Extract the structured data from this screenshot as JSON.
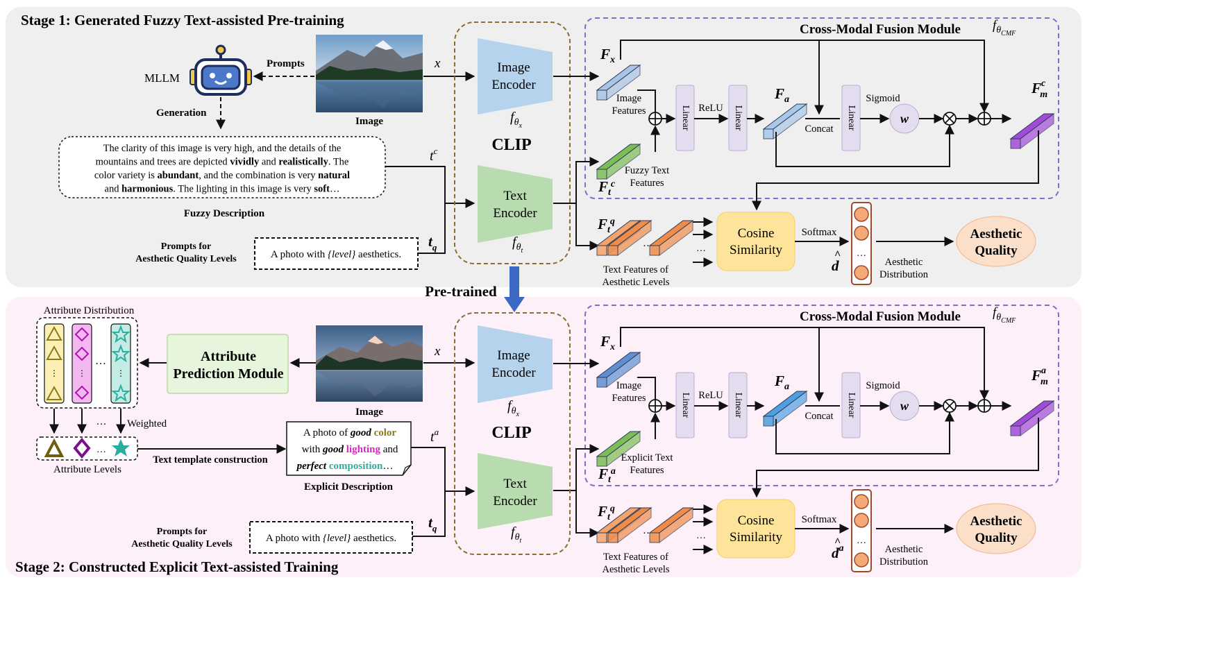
{
  "stage1": {
    "title": "Stage 1: Generated Fuzzy Text-assisted Pre-training",
    "mllm": "MLLM",
    "prompts": "Prompts",
    "generation": "Generation",
    "image_label": "Image",
    "x": "x",
    "fuzzy_lines": [
      [
        {
          "t": "The clarity of this image is very high, and the details of the",
          "b": false
        }
      ],
      [
        {
          "t": "mountains and trees are depicted ",
          "b": false
        },
        {
          "t": "vividly",
          "b": true
        },
        {
          "t": " and ",
          "b": false
        },
        {
          "t": "realistically",
          "b": true
        },
        {
          "t": ". The",
          "b": false
        }
      ],
      [
        {
          "t": "color variety is ",
          "b": false
        },
        {
          "t": "abundant",
          "b": true
        },
        {
          "t": ", and the combination is very ",
          "b": false
        },
        {
          "t": "natural",
          "b": true
        }
      ],
      [
        {
          "t": "and ",
          "b": false
        },
        {
          "t": "harmonious",
          "b": true
        },
        {
          "t": ". The lighting in this image is very ",
          "b": false
        },
        {
          "t": "soft",
          "b": true
        },
        {
          "t": "…",
          "b": false
        }
      ]
    ],
    "fuzzy_caption": "Fuzzy Description",
    "prompts_levels_1": "Prompts for",
    "prompts_levels_2": "Aesthetic Quality Levels",
    "prompt_pre": "A photo with ",
    "prompt_level": "{level}",
    "prompt_post": " aesthetics.",
    "tc": "t",
    "tc_sup": "c",
    "tq": "t",
    "tq_sub": "q"
  },
  "clip": {
    "image_encoder_1": "Image",
    "image_encoder_2": "Encoder",
    "text_encoder_1": "Text",
    "text_encoder_2": "Encoder",
    "label": "CLIP",
    "f": "f",
    "theta": "θ",
    "sub_x": "x",
    "sub_t": "t"
  },
  "cmf": {
    "title": "Cross-Modal Fusion Module",
    "f": "f",
    "theta": "θ",
    "sub": "CMF",
    "Fx": "F",
    "Fx_sub": "x",
    "image_features_1": "Image",
    "image_features_2": "Features",
    "linear": "Linear",
    "relu": "ReLU",
    "Fa": "F",
    "Fa_sub": "a",
    "concat": "Concat",
    "sigmoid": "Sigmoid",
    "w": "w",
    "Fm": "F",
    "Fm_sub": "m",
    "Fm_sup1": "c",
    "Fm_sup2": "a",
    "fuzzy_text_1": "Fuzzy Text",
    "fuzzy_text_2": "Features",
    "explicit_text_1": "Explicit Text",
    "explicit_text_2": "Features",
    "Ft": "F",
    "Ft_sub": "t",
    "Ft_sup_c": "c",
    "Ft_sup_a": "a",
    "Ft_sup_q": "q"
  },
  "head": {
    "tf_levels_1": "Text Features of",
    "tf_levels_2": "Aesthetic Levels",
    "cos_1": "Cosine",
    "cos_2": "Similarity",
    "softmax": "Softmax",
    "aq_1": "Aesthetic",
    "aq_2": "Quality",
    "ad_1": "Aesthetic",
    "ad_2": "Distribution",
    "d": "d",
    "d_sup": "a",
    "dots": "…"
  },
  "pretrained": "Pre-trained",
  "stage2": {
    "title": "Stage 2: Constructed Explicit Text-assisted Training",
    "attr_dist": "Attribute Distribution",
    "apm_1": "Attribute",
    "apm_2": "Prediction Module",
    "weighted": "Weighted",
    "attr_levels": "Attribute Levels",
    "ttc": "Text template construction",
    "image_label": "Image",
    "explicit_caption": "Explicit Description",
    "ex_line1_a": "A photo of ",
    "ex_good": "good",
    "ex_color": " color",
    "ex_line2_a": "with ",
    "ex_lighting": " lighting",
    "ex_line2_b": " and",
    "ex_perfect": "perfect",
    "ex_composition": " composition",
    "ex_ellipsis": "…",
    "ta": "t",
    "ta_sup": "a",
    "prompts_levels_1": "Prompts for",
    "prompts_levels_2": "Aesthetic Quality Levels"
  },
  "colors": {
    "stage1_bg": "#efefef",
    "stage2_bg": "#fdf0f8",
    "image_encoder": "#b5d3ec",
    "text_encoder": "#b9dbb0",
    "linear_block": "#e4dcef",
    "cosine": "#fde49a",
    "aesthetic_quality": "#fbdfc9",
    "orange": "#f08c4a",
    "purple": "#a24bd8",
    "blue_feat": "#7aa7d8",
    "green_feat": "#7cbd57",
    "dash_border": "#7c70cc",
    "gold": "#8b7a1a",
    "magenta": "#e020c0",
    "teal": "#2aaea0"
  }
}
